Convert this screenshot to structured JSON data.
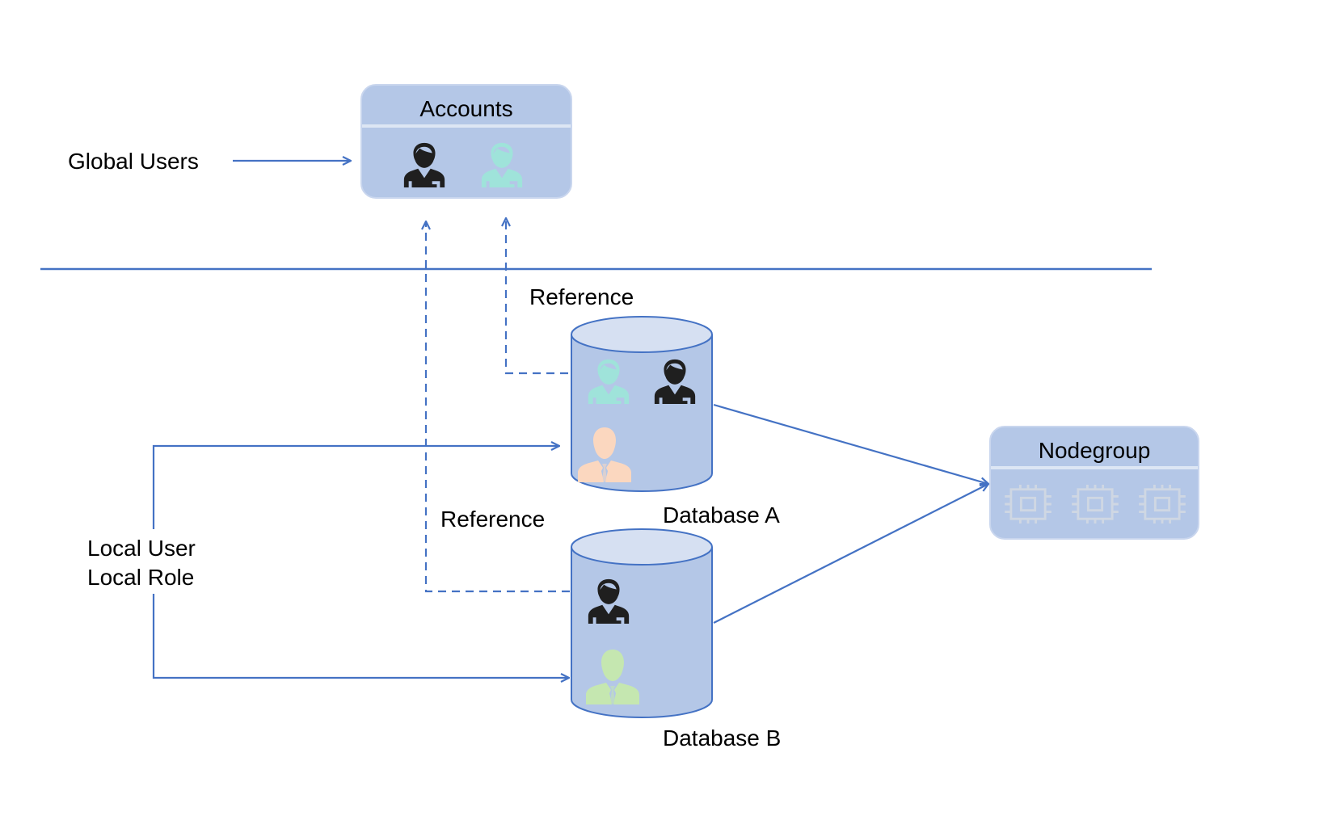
{
  "labels": {
    "accounts_title": "Accounts",
    "global_users": "Global Users",
    "reference_top": "Reference",
    "reference_mid": "Reference",
    "local_user": "Local User",
    "local_role": "Local Role",
    "database_a": "Database A",
    "database_b": "Database B",
    "nodegroup_title": "Nodegroup"
  },
  "colors": {
    "box_fill": "#b4c7e7",
    "box_border": "#c9d6ee",
    "line": "#4472c4",
    "cylinder_top": "#d6e0f2",
    "icon_dark": "#1f1f1f",
    "icon_teal": "#9fe3da",
    "icon_peach": "#fbd7bf",
    "icon_green": "#c5e7b0",
    "chip": "#cfd7e3"
  },
  "icons": {
    "accounts": [
      "user-dark-icon",
      "user-teal-icon"
    ],
    "database_a": [
      "user-teal-icon",
      "user-dark-icon",
      "user-peach-icon"
    ],
    "database_b": [
      "user-dark-icon",
      "user-green-icon"
    ],
    "nodegroup": [
      "chip-icon",
      "chip-icon",
      "chip-icon"
    ]
  }
}
